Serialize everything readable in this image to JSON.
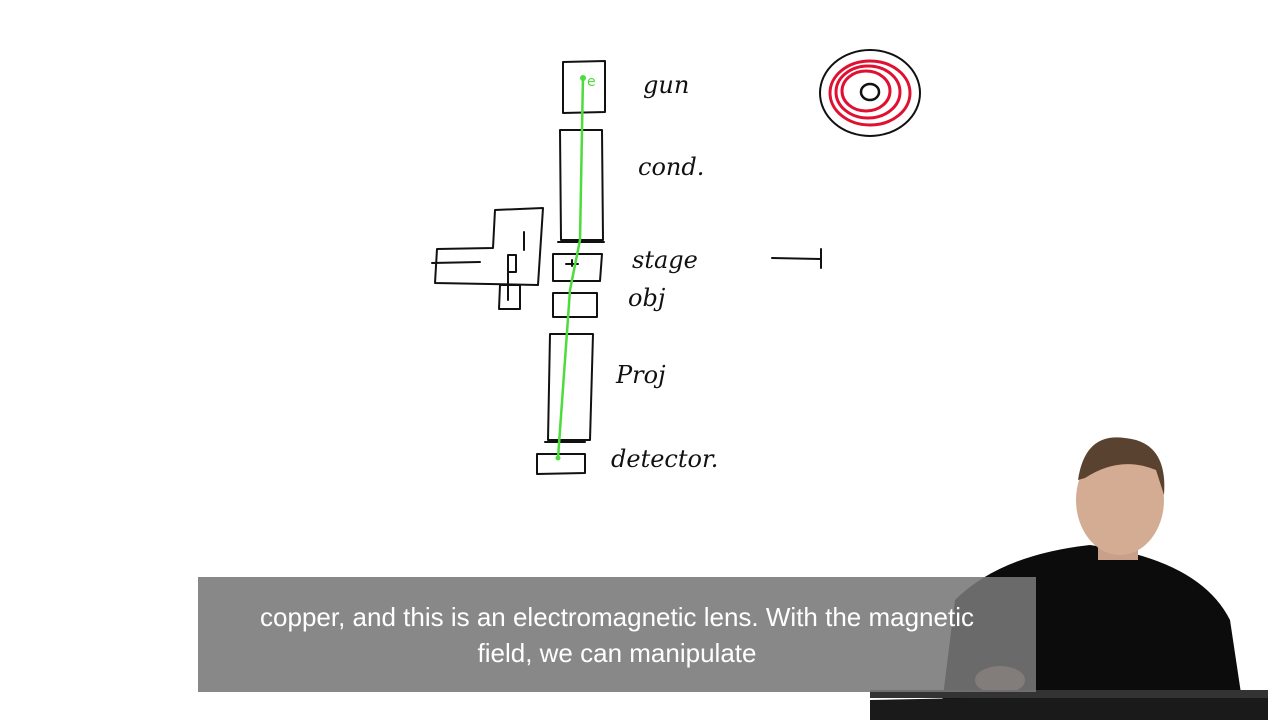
{
  "diagram": {
    "labels": {
      "gun": "gun",
      "condenser": "cond.",
      "stage": "stage",
      "objective": "obj",
      "projector": "Proj",
      "detector": "detector."
    },
    "electron_symbol": "e",
    "colors": {
      "beam": "#4cdc3c",
      "coil": "#e01030",
      "ink": "#111111"
    }
  },
  "subtitle": {
    "line1": "copper, and this is an electromagnetic lens. With the magnetic",
    "line2": "field, we can manipulate"
  }
}
